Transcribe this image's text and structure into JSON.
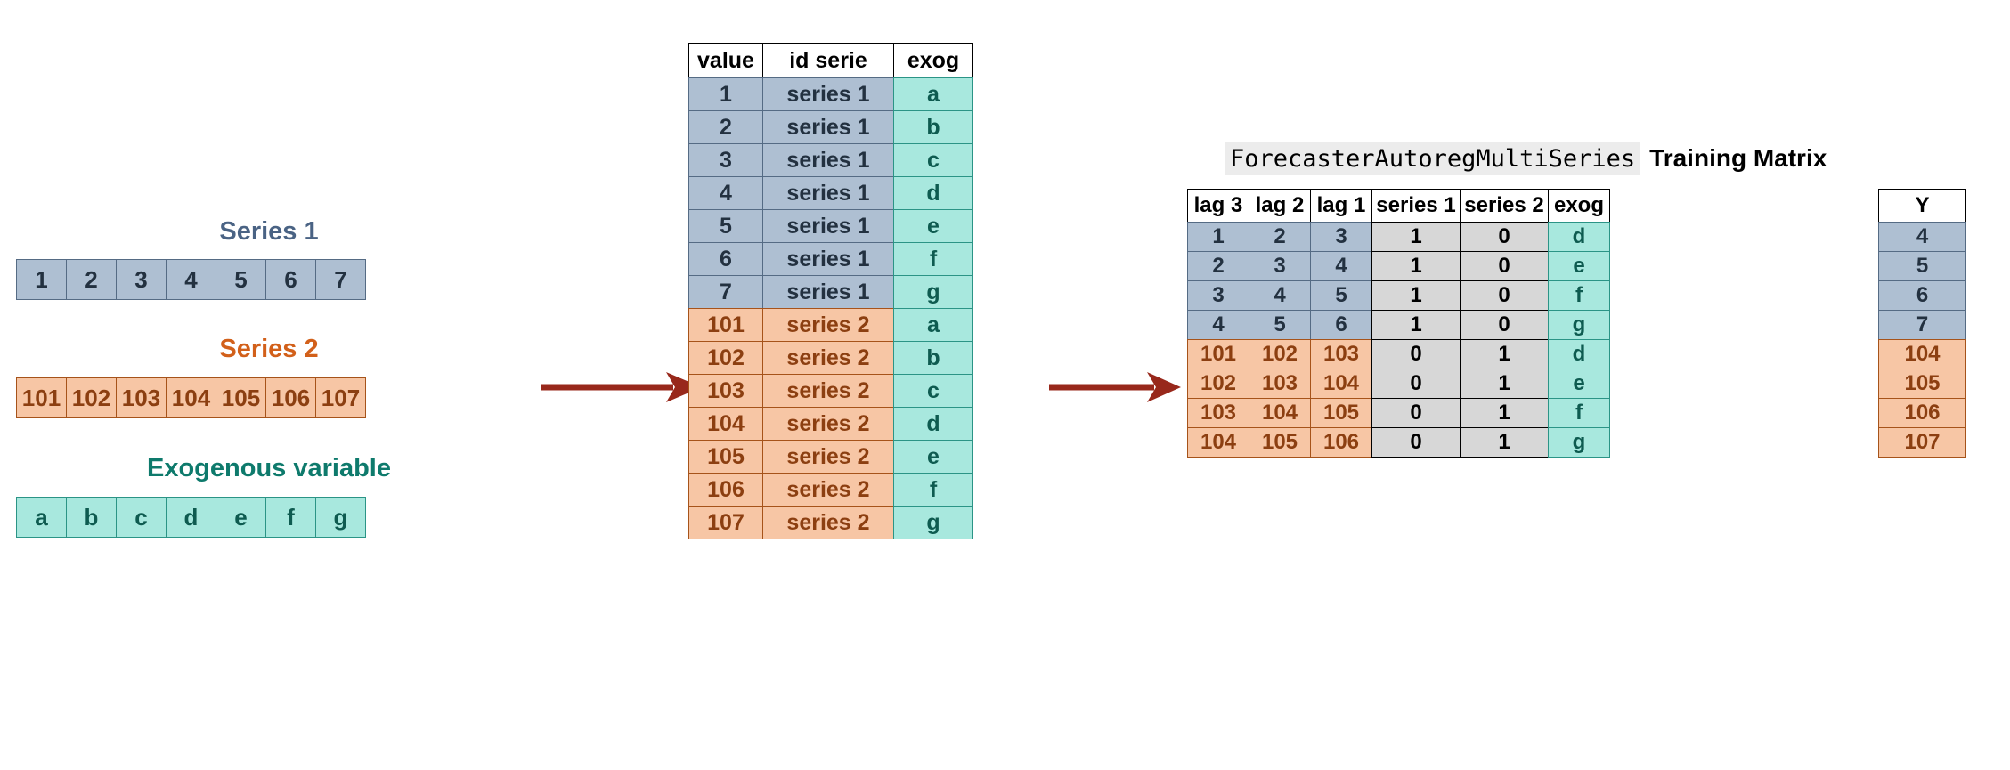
{
  "left_panel": {
    "series1": {
      "title": "Series 1",
      "color": "#4a6384",
      "values": [
        "1",
        "2",
        "3",
        "4",
        "5",
        "6",
        "7"
      ]
    },
    "series2": {
      "title": "Series 2",
      "color": "#d2601a",
      "values": [
        "101",
        "102",
        "103",
        "104",
        "105",
        "106",
        "107"
      ]
    },
    "exog": {
      "title": "Exogenous variable",
      "color": "#0e7a6c",
      "values": [
        "a",
        "b",
        "c",
        "d",
        "e",
        "f",
        "g"
      ]
    }
  },
  "arrows": {
    "arrow1_name": "arrow-right",
    "arrow2_name": "arrow-right",
    "color": "#98281b"
  },
  "long_table": {
    "headers": [
      "value",
      "id serie",
      "exog"
    ],
    "rows": [
      {
        "value": "1",
        "id": "series 1",
        "exog": "a",
        "style": "blue"
      },
      {
        "value": "2",
        "id": "series 1",
        "exog": "b",
        "style": "blue"
      },
      {
        "value": "3",
        "id": "series 1",
        "exog": "c",
        "style": "blue"
      },
      {
        "value": "4",
        "id": "series 1",
        "exog": "d",
        "style": "blue"
      },
      {
        "value": "5",
        "id": "series 1",
        "exog": "e",
        "style": "blue"
      },
      {
        "value": "6",
        "id": "series 1",
        "exog": "f",
        "style": "blue"
      },
      {
        "value": "7",
        "id": "series 1",
        "exog": "g",
        "style": "blue"
      },
      {
        "value": "101",
        "id": "series 2",
        "exog": "a",
        "style": "orange"
      },
      {
        "value": "102",
        "id": "series 2",
        "exog": "b",
        "style": "orange"
      },
      {
        "value": "103",
        "id": "series 2",
        "exog": "c",
        "style": "orange"
      },
      {
        "value": "104",
        "id": "series 2",
        "exog": "d",
        "style": "orange"
      },
      {
        "value": "105",
        "id": "series 2",
        "exog": "e",
        "style": "orange"
      },
      {
        "value": "106",
        "id": "series 2",
        "exog": "f",
        "style": "orange"
      },
      {
        "value": "107",
        "id": "series 2",
        "exog": "g",
        "style": "orange"
      }
    ]
  },
  "matrix": {
    "heading_code": "ForecasterAutoregMultiSeries",
    "heading_label": "Training Matrix",
    "x_headers": [
      "lag 3",
      "lag 2",
      "lag 1",
      "series 1",
      "series 2",
      "exog"
    ],
    "y_header": "Y",
    "rows": [
      {
        "lags": [
          "1",
          "2",
          "3"
        ],
        "series1": "1",
        "series2": "0",
        "exog": "d",
        "y": "4",
        "style": "blue"
      },
      {
        "lags": [
          "2",
          "3",
          "4"
        ],
        "series1": "1",
        "series2": "0",
        "exog": "e",
        "y": "5",
        "style": "blue"
      },
      {
        "lags": [
          "3",
          "4",
          "5"
        ],
        "series1": "1",
        "series2": "0",
        "exog": "f",
        "y": "6",
        "style": "blue"
      },
      {
        "lags": [
          "4",
          "5",
          "6"
        ],
        "series1": "1",
        "series2": "0",
        "exog": "g",
        "y": "7",
        "style": "blue"
      },
      {
        "lags": [
          "101",
          "102",
          "103"
        ],
        "series1": "0",
        "series2": "1",
        "exog": "d",
        "y": "104",
        "style": "orange"
      },
      {
        "lags": [
          "102",
          "103",
          "104"
        ],
        "series1": "0",
        "series2": "1",
        "exog": "e",
        "y": "105",
        "style": "orange"
      },
      {
        "lags": [
          "103",
          "104",
          "105"
        ],
        "series1": "0",
        "series2": "1",
        "exog": "f",
        "y": "106",
        "style": "orange"
      },
      {
        "lags": [
          "104",
          "105",
          "106"
        ],
        "series1": "0",
        "series2": "1",
        "exog": "g",
        "y": "107",
        "style": "orange"
      }
    ]
  },
  "colors": {
    "blue_fill": "#aebfd2",
    "blue_border": "#556b84",
    "orange_fill": "#f7c6a5",
    "orange_border": "#a6531a",
    "teal_fill": "#a8e8de",
    "teal_border": "#2b9486",
    "grey_fill": "#d7d7d7",
    "arrow": "#98281b"
  }
}
